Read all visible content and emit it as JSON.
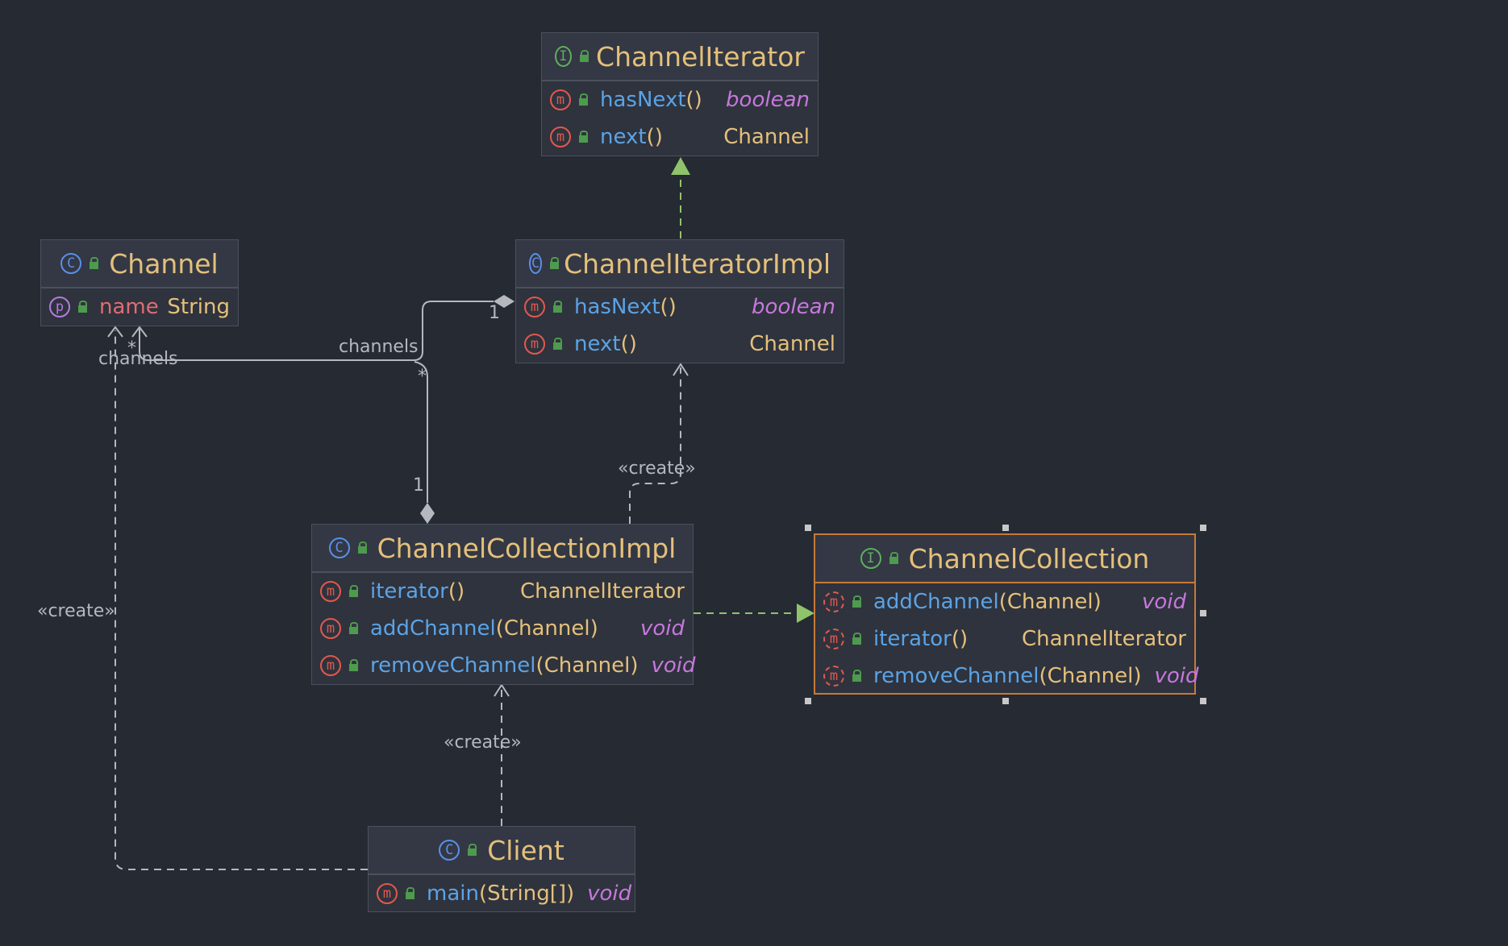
{
  "colors": {
    "background": "#262a33",
    "node_fill": "#2f333d",
    "node_border": "#4b505b",
    "selected_border": "#c77a3a",
    "type_name": "#e5c07b",
    "method_name": "#5ba3e6",
    "field_name": "#e06c75",
    "primitive": "#c678dd",
    "realization_arrow": "#8fc46a",
    "association": "#b5b8bf"
  },
  "nodes": {
    "channel_iterator": {
      "kind": "I",
      "kind_icon": "interface-icon",
      "title": "ChannelIterator",
      "members": [
        {
          "icon": "m",
          "name": "hasNext",
          "params": "()",
          "ret": "boolean",
          "prim": true
        },
        {
          "icon": "m",
          "name": "next",
          "params": "()",
          "ret": "Channel",
          "prim": false
        }
      ]
    },
    "channel": {
      "kind": "C",
      "kind_icon": "class-icon",
      "title": "Channel",
      "members": [
        {
          "icon": "p",
          "name": "name",
          "params": "",
          "ret": "String",
          "prim": false
        }
      ]
    },
    "channel_iterator_impl": {
      "kind": "C",
      "kind_icon": "class-icon",
      "title": "ChannelIteratorImpl",
      "members": [
        {
          "icon": "m",
          "name": "hasNext",
          "params": "()",
          "ret": "boolean",
          "prim": true
        },
        {
          "icon": "m",
          "name": "next",
          "params": "()",
          "ret": "Channel",
          "prim": false
        }
      ]
    },
    "channel_collection_impl": {
      "kind": "C",
      "kind_icon": "class-icon",
      "title": "ChannelCollectionImpl",
      "members": [
        {
          "icon": "m",
          "name": "iterator",
          "params": "()",
          "ret": "ChannelIterator",
          "prim": false
        },
        {
          "icon": "m",
          "name": "addChannel",
          "params": "(Channel)",
          "ret": "void",
          "prim": true
        },
        {
          "icon": "m",
          "name": "removeChannel",
          "params": "(Channel)",
          "ret": "void",
          "prim": true
        }
      ]
    },
    "channel_collection": {
      "kind": "I",
      "kind_icon": "interface-icon",
      "title": "ChannelCollection",
      "selected": true,
      "members": [
        {
          "icon": "md",
          "name": "addChannel",
          "params": "(Channel)",
          "ret": "void",
          "prim": true
        },
        {
          "icon": "md",
          "name": "iterator",
          "params": "()",
          "ret": "ChannelIterator",
          "prim": false
        },
        {
          "icon": "md",
          "name": "removeChannel",
          "params": "(Channel)",
          "ret": "void",
          "prim": true
        }
      ]
    },
    "client": {
      "kind": "C",
      "kind_icon": "class-icon",
      "title": "Client",
      "members": [
        {
          "icon": "m",
          "name": "main",
          "params": "(String[])",
          "ret": "void",
          "prim": true
        }
      ]
    }
  },
  "edge_labels": {
    "channels_top": "channels",
    "channels_left": "channels",
    "mult_star_left": "*",
    "mult_star_mid": "*",
    "mult_one_impl": "1",
    "mult_one_coll": "1",
    "create_iter": "«create»",
    "create_coll": "«create»",
    "create_channel": "«create»"
  }
}
